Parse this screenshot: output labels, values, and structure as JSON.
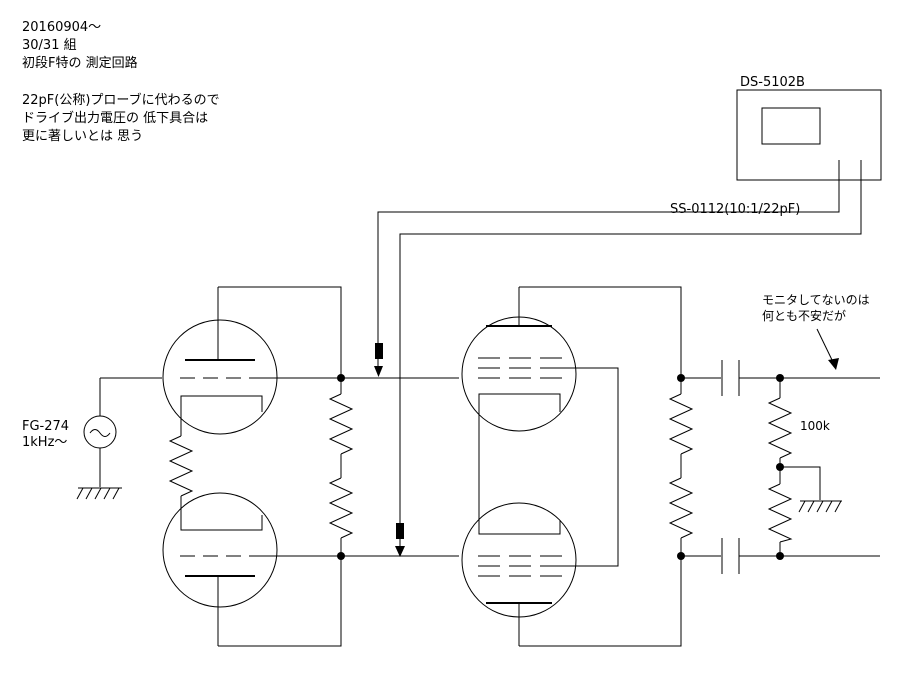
{
  "notes": {
    "line1": "20160904～",
    "line2": "30/31 組",
    "line3": "初段F特の 測定回路",
    "line4": "22pF(公称)プローブに代わるので",
    "line5": "ドライブ出力電圧の 低下具合は",
    "line6": "更に著しいとは 思う"
  },
  "scope_label": "DS-5102B",
  "probe_label": "SS-0112(10:1/22pF)",
  "generator_label": "FG-274",
  "generator_freq": "1kHz～",
  "monitor_note_line1": "モニタしてないのは",
  "monitor_note_line2": "何とも不安だが",
  "resistor_value": "100k",
  "icons": {
    "generator": "sine-source-icon",
    "ground": "ground-icon",
    "probe_tip": "probe-tip-icon"
  }
}
